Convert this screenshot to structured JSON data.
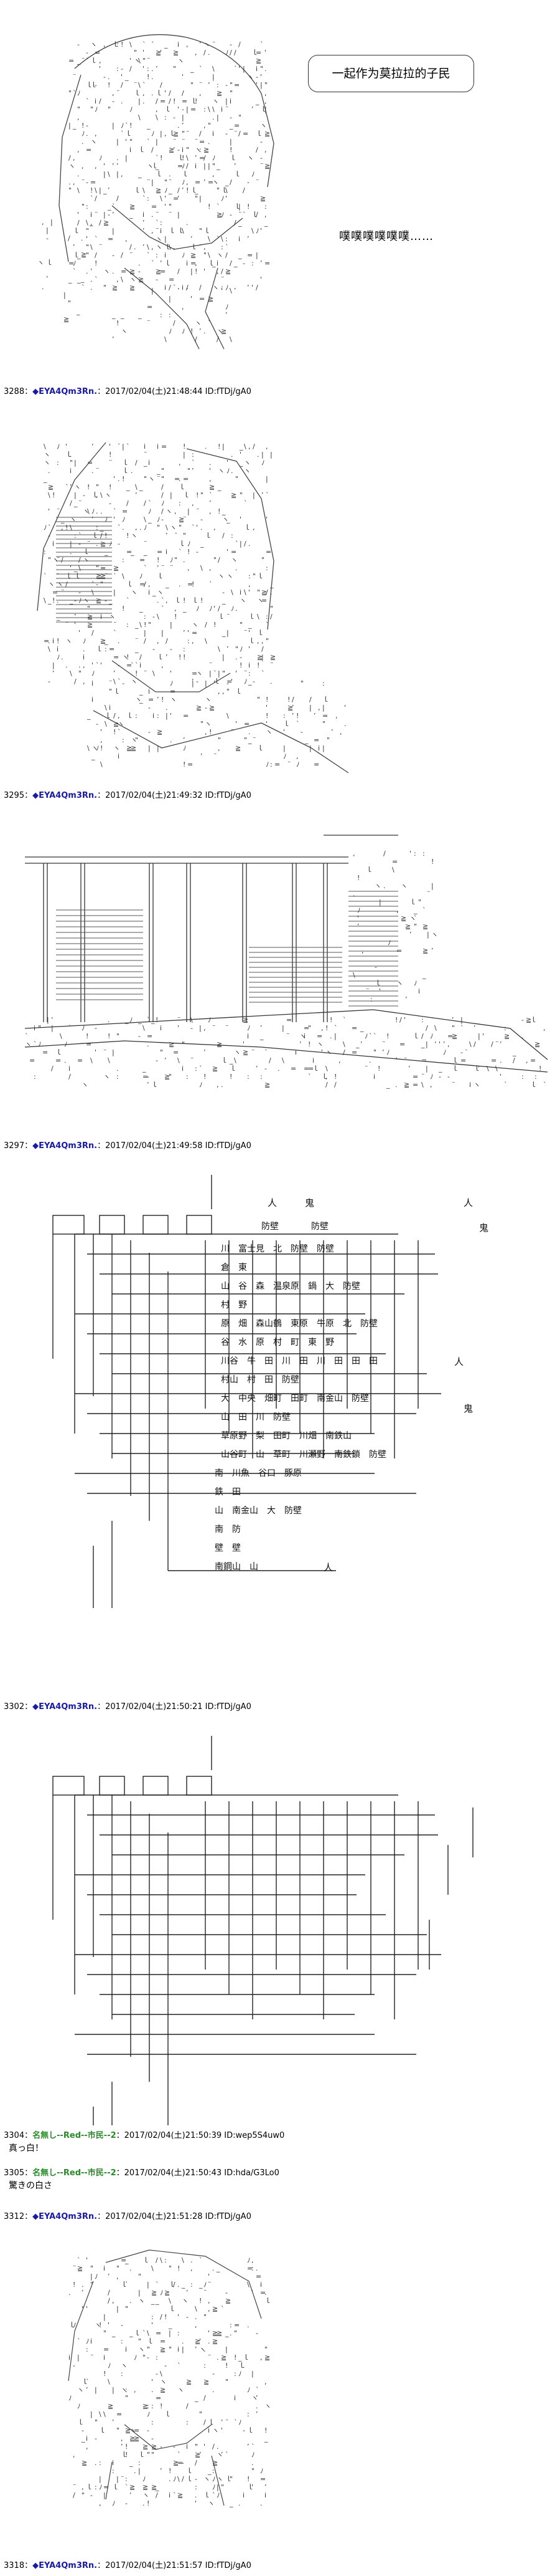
{
  "panel1": {
    "bubble_text": "一起作为莫拉拉的子民",
    "sound_text": "噗噗噗噗噗噗……"
  },
  "posts": [
    {
      "num": "3288：",
      "name": "◆EYA4Qm3Rn.",
      "info": "：2017/02/04(土)21:48:44 ID:fTDj/gA0",
      "text": ""
    },
    {
      "num": "3295：",
      "name": "◆EYA4Qm3Rn.",
      "info": "：2017/02/04(土)21:49:32 ID:fTDj/gA0",
      "text": ""
    },
    {
      "num": "3297：",
      "name": "◆EYA4Qm3Rn.",
      "info": "：2017/02/04(土)21:49:58 ID:fTDj/gA0",
      "text": ""
    },
    {
      "num": "3302：",
      "name": "◆EYA4Qm3Rn.",
      "info": "：2017/02/04(土)21:50:21 ID:fTDj/gA0",
      "text": ""
    },
    {
      "num": "3304：",
      "name": "名無し--Red--市民--2",
      "info": "：2017/02/04(土)21:50:39 ID:wep5S4uw0",
      "text": "真っ白！"
    },
    {
      "num": "3305：",
      "name": "名無し--Red--市民--2",
      "info": "：2017/02/04(土)21:50:43 ID:hda/G3Lo0",
      "text": "驚きの白さ"
    },
    {
      "num": "3312：",
      "name": "◆EYA4Qm3Rn.",
      "info": "：2017/02/04(土)21:51:28 ID:fTDj/gA0",
      "text": ""
    },
    {
      "num": "3318：",
      "name": "◆EYA4Qm3Rn.",
      "info": "：2017/02/04(土)21:51:57 ID:fTDj/gA0",
      "text": ""
    }
  ],
  "map": {
    "big_labels": [
      "人",
      "鬼",
      "人",
      "鬼",
      "人",
      "鬼",
      "人"
    ],
    "walls": [
      "防壁",
      "防壁",
      "防壁",
      "防壁",
      "防壁",
      "防壁",
      "防壁",
      "防壁",
      "防壁"
    ],
    "rows": [
      [
        "川",
        "富士見",
        "北",
        "防壁",
        "防壁"
      ],
      [
        "倉",
        "東"
      ],
      [
        "山",
        "谷",
        "森",
        "温泉原",
        "鍋",
        "大",
        "防壁"
      ],
      [
        "村",
        "野"
      ],
      [
        "原",
        "畑",
        "森山鶴",
        "東原",
        "牛原",
        "北",
        "防壁"
      ],
      [
        "谷",
        "水",
        "原",
        "村",
        "町",
        "東",
        "野"
      ],
      [
        "川谷",
        "牛",
        "田",
        "川",
        "田",
        "川",
        "田",
        "田",
        "田"
      ],
      [
        "村山",
        "村",
        "田",
        "防壁"
      ],
      [
        "大",
        "中央",
        "畑町",
        "田町",
        "南金山",
        "防壁"
      ],
      [
        "山",
        "田",
        "川",
        "防壁"
      ],
      [
        "草原野",
        "梨",
        "田町",
        "川畑",
        "南鉄山"
      ],
      [
        "山谷町",
        "山",
        "草町",
        "川瀬野",
        "南鉄鎖",
        "防壁"
      ],
      [
        "南",
        "川魚",
        "谷口",
        "豚原"
      ],
      [
        "鉄",
        "田"
      ],
      [
        "山",
        "南金山",
        "大",
        "防壁"
      ],
      [
        "南",
        "防"
      ],
      [
        "壁",
        "壁"
      ],
      [
        "南鋼山",
        "山"
      ]
    ]
  }
}
